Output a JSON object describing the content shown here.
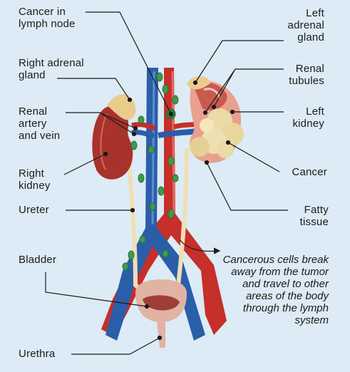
{
  "labels": {
    "cancer_in_lymph_node": [
      "Cancer in",
      "lymph node"
    ],
    "left_adrenal_gland": [
      "Left",
      "adrenal",
      "gland"
    ],
    "right_adrenal_gland": [
      "Right adrenal",
      "gland"
    ],
    "renal_tubules": [
      "Renal",
      "tubules"
    ],
    "renal_artery_and_vein": [
      "Renal",
      "artery",
      "and vein"
    ],
    "left_kidney": [
      "Left",
      "kidney"
    ],
    "right_kidney": [
      "Right",
      "kidney"
    ],
    "cancer": [
      "Cancer"
    ],
    "ureter": [
      "Ureter"
    ],
    "fatty_tissue": [
      "Fatty",
      "tissue"
    ],
    "bladder": [
      "Bladder"
    ],
    "urethra": [
      "Urethra"
    ]
  },
  "note": "Cancerous cells break away from the tumor and travel to other areas of the body through the lymph system",
  "colors": {
    "background": "#dcebf5",
    "artery": "#c62f2a",
    "vein": "#2a5ea8",
    "lymph_node": "#3f9a4b",
    "kidney": "#a8322c",
    "adrenal": "#e9cc8c",
    "ureter": "#efdfb5",
    "bladder": "#e0b3a2"
  }
}
